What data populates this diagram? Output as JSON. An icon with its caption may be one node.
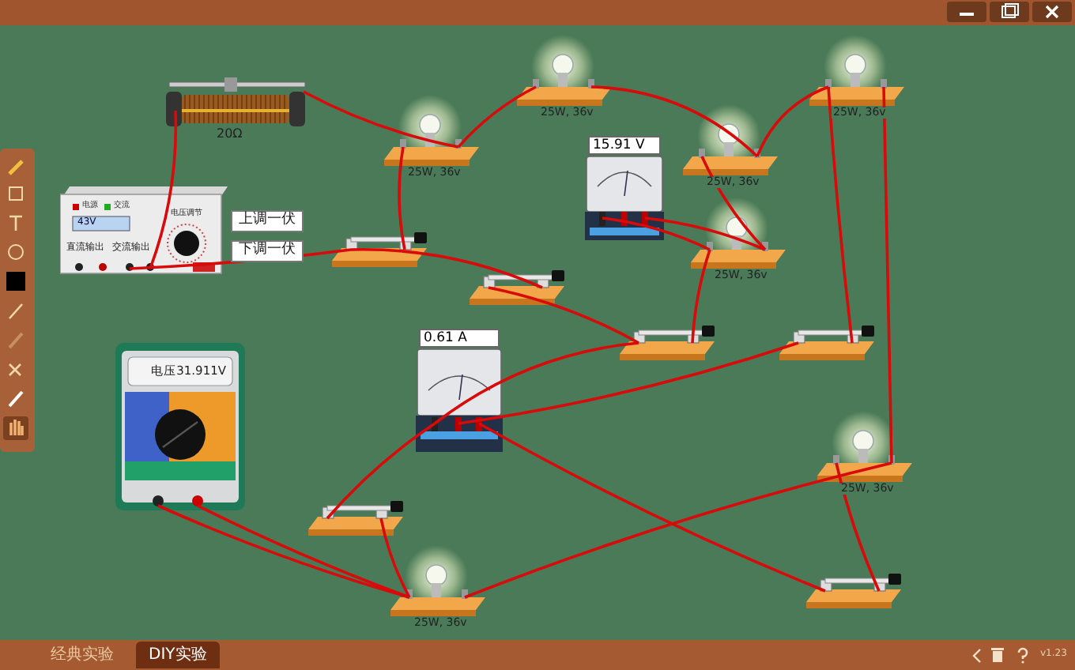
{
  "diagram": {
    "nodes": [
      {
        "text": [],
        "shape": "picture",
        "beside": [
          "20Ω"
        ]
      },
      {
        "text": [],
        "shape": "picture",
        "beside": [
          "25W, 36v"
        ]
      },
      {
        "text": [],
        "shape": "picture",
        "beside": [
          "25W, 36v"
        ]
      },
      {
        "text": [],
        "shape": "picture",
        "beside": [
          "25W, 36v"
        ]
      },
      {
        "text": [
          "15.91 V"
        ]
      },
      {
        "text": [],
        "shape": "picture",
        "beside": [
          "25W, 36v"
        ]
      },
      {
        "text": [
          "电源",
          "交流",
          "43V",
          "直流输出",
          "交流输出",
          "电压调节"
        ]
      },
      {
        "text": [],
        "shape": "picture"
      },
      {
        "text": [],
        "shape": "picture",
        "beside": [
          "25W, 36v"
        ]
      },
      {
        "text": [],
        "shape": "picture"
      },
      {
        "text": [],
        "shape": "picture"
      },
      {
        "text": [],
        "shape": "picture"
      },
      {
        "text": [
          "0.61 A"
        ]
      },
      {
        "text": [
          "电压31.911V"
        ]
      },
      {
        "text": [],
        "shape": "picture",
        "beside": [
          "25W, 36v"
        ]
      },
      {
        "text": [],
        "shape": "picture"
      },
      {
        "text": [],
        "shape": "picture",
        "beside": [
          "25W, 36v"
        ]
      },
      {
        "text": [],
        "shape": "picture"
      }
    ],
    "edges": [
      {
        "from": 0,
        "to": 3,
        "arrow": "none"
      },
      {
        "from": 0,
        "to": 6,
        "arrow": "none"
      },
      {
        "from": 6,
        "to": 7,
        "arrow": "none"
      },
      {
        "from": 3,
        "to": 7,
        "arrow": "none"
      },
      {
        "from": 7,
        "to": 9,
        "arrow": "none"
      },
      {
        "from": 3,
        "to": 1,
        "arrow": "none"
      },
      {
        "from": 1,
        "to": 5,
        "arrow": "none"
      },
      {
        "from": 5,
        "to": 2,
        "arrow": "none"
      },
      {
        "from": 5,
        "to": 8,
        "arrow": "none"
      },
      {
        "from": 4,
        "to": 8,
        "arrow": "none"
      },
      {
        "from": 4,
        "to": 8,
        "arrow": "none"
      },
      {
        "from": 8,
        "to": 10,
        "arrow": "none"
      },
      {
        "from": 2,
        "to": 11,
        "arrow": "none"
      },
      {
        "from": 2,
        "to": 14,
        "arrow": "none"
      },
      {
        "from": 9,
        "to": 10,
        "arrow": "none"
      },
      {
        "from": 12,
        "to": 10,
        "arrow": "none"
      },
      {
        "from": 12,
        "to": 11,
        "arrow": "none"
      },
      {
        "from": 12,
        "to": 17,
        "arrow": "none"
      },
      {
        "from": 16,
        "to": 14,
        "arrow": "none"
      },
      {
        "from": 14,
        "to": 17,
        "arrow": "none"
      },
      {
        "from": 15,
        "to": 12,
        "arrow": "none"
      },
      {
        "from": 15,
        "to": 16,
        "arrow": "none"
      },
      {
        "from": 13,
        "to": 16,
        "arrow": "none"
      },
      {
        "from": 13,
        "to": 16,
        "arrow": "none"
      }
    ],
    "labels": [
      "上调一伏",
      "下调一伏",
      "经典实验",
      "DIY实验",
      "v1.23"
    ]
  }
}
